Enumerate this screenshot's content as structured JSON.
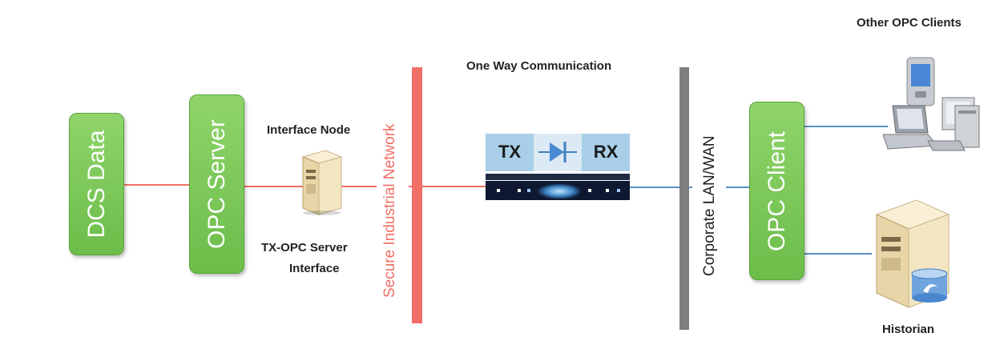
{
  "nodes": {
    "dcs": {
      "label": "DCS  Data"
    },
    "opc_server": {
      "label": "OPC Server"
    },
    "opc_client": {
      "label": "OPC Client"
    }
  },
  "captions": {
    "interface_node": "Interface Node",
    "tx_opc_line1": "TX-OPC Server",
    "tx_opc_line2": "Interface",
    "one_way": "One Way Communication",
    "other_clients": "Other OPC Clients",
    "historian": "Historian"
  },
  "networks": {
    "secure": "Secure Industrial Network",
    "corporate": "Corporate LAN/WAN"
  },
  "diode": {
    "tx": "TX",
    "rx": "RX"
  },
  "colors": {
    "green": "#6cbd4a",
    "red_line": "#f06f66",
    "blue_line": "#5b8fc7",
    "gray_bar": "#7f7f7f",
    "diode_box": "#a9cfe8"
  }
}
